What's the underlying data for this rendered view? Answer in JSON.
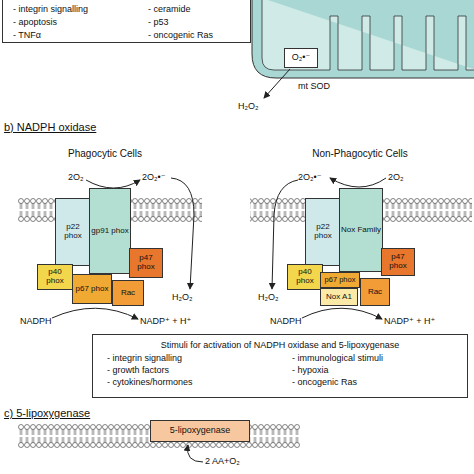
{
  "diagram": {
    "nodes": [
      {
        "text": [
          "- integrin signalling",
          "- ceramide",
          "- apoptosis",
          "- p53",
          "- TNFα",
          "- oncogenic Ras"
        ]
      },
      {
        "text": [
          "O₂•⁻"
        ]
      },
      {
        "text": [
          "p22 phox"
        ]
      },
      {
        "text": [
          "gp91 phox"
        ]
      },
      {
        "text": [
          "p40 phox"
        ]
      },
      {
        "text": [
          "p67 phox"
        ]
      },
      {
        "text": [
          "p47 phox"
        ]
      },
      {
        "text": [
          "Rac"
        ]
      },
      {
        "text": [
          "p22 phox"
        ]
      },
      {
        "text": [
          "Nox Family"
        ]
      },
      {
        "text": [
          "p40 phox"
        ]
      },
      {
        "text": [
          "p67 phox"
        ]
      },
      {
        "text": [
          "p47 phox"
        ]
      },
      {
        "text": [
          "Nox A1"
        ]
      },
      {
        "text": [
          "Rac"
        ]
      },
      {
        "text": [
          "Stimuli for activation of NADPH oxidase and 5-lipoxygenase",
          "- integrin signalling",
          "- immunological stimuli",
          "- growth factors",
          "- hypoxia",
          "- cytokines/hormones",
          "- oncogenic Ras"
        ]
      },
      {
        "text": [
          "5-lipoxygenase"
        ]
      }
    ],
    "labels": [
      "mt SOD",
      "H₂O₂",
      "b) NADPH oxidase",
      "Phagocytic Cells",
      "Non-Phagocytic Cells",
      "2O₂",
      "2O₂•⁻",
      "H₂O₂",
      "NADPH",
      "NADP⁺ + H⁺",
      "2O₂•⁻",
      "2O₂",
      "H₂O₂",
      "NADPH",
      "NADP⁺ + H⁺",
      "c) 5-lipoxygenase",
      "2 AA+O₂"
    ]
  }
}
